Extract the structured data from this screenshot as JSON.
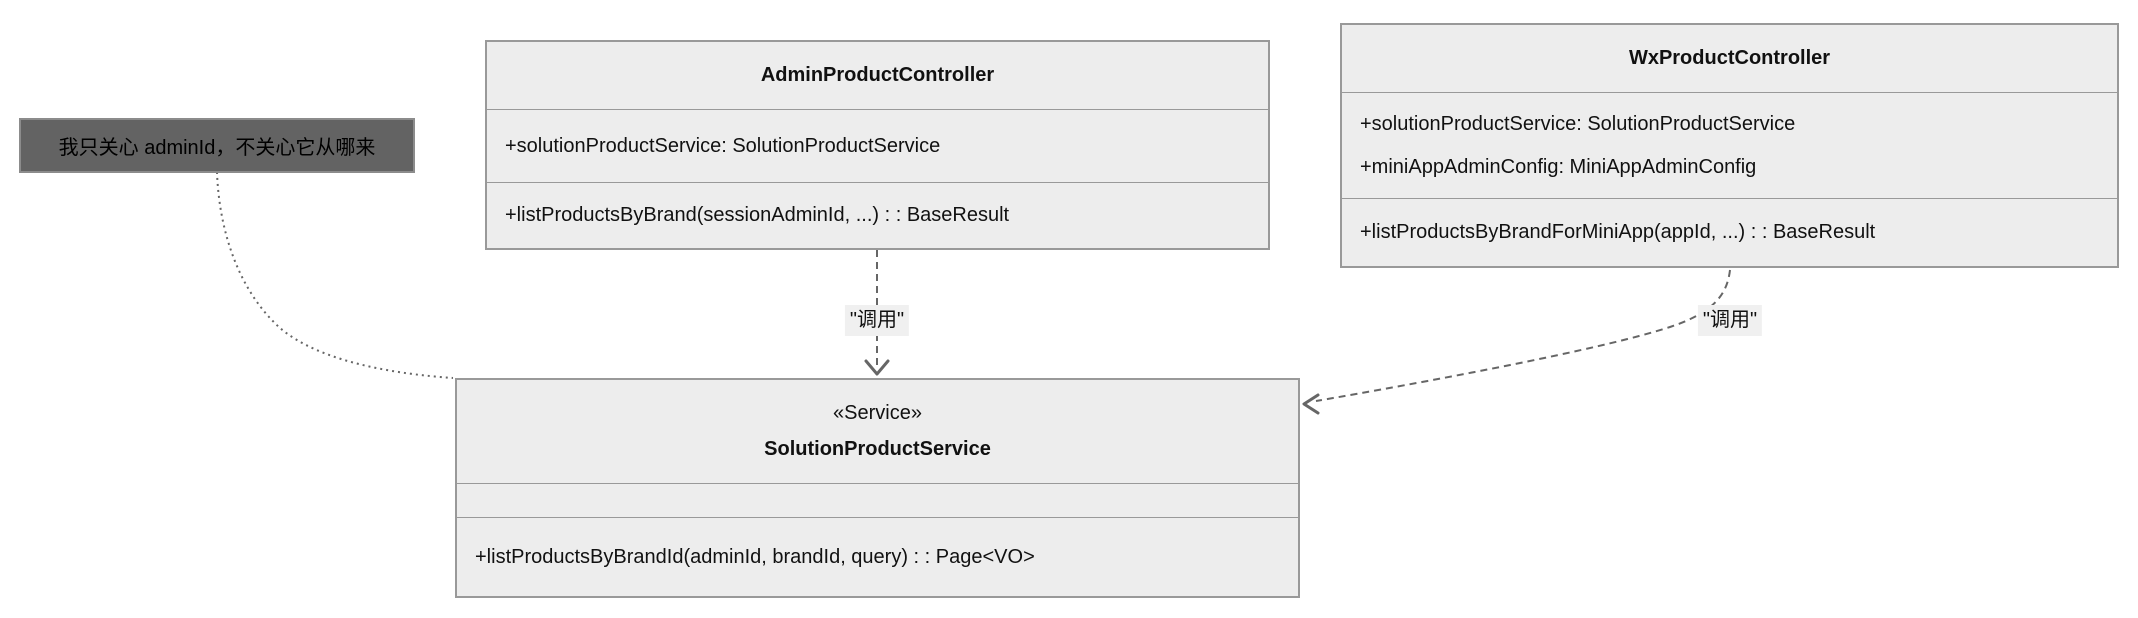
{
  "diagram": {
    "type": "uml-class-diagram",
    "note": {
      "text": "我只关心 adminId，不关心它从哪来"
    },
    "classes": [
      {
        "name": "AdminProductController",
        "stereotype": "",
        "attributes": [
          "+solutionProductService: SolutionProductService"
        ],
        "methods": [
          "+listProductsByBrand(sessionAdminId, ...) : : BaseResult"
        ]
      },
      {
        "name": "WxProductController",
        "stereotype": "",
        "attributes": [
          "+solutionProductService: SolutionProductService",
          "+miniAppAdminConfig: MiniAppAdminConfig"
        ],
        "methods": [
          "+listProductsByBrandForMiniApp(appId, ...) : : BaseResult"
        ]
      },
      {
        "name": "SolutionProductService",
        "stereotype": "«Service»",
        "attributes": [],
        "methods": [
          "+listProductsByBrandId(adminId, brandId, query) : : Page<VO>"
        ]
      }
    ],
    "edges": [
      {
        "from": "AdminProductController",
        "to": "SolutionProductService",
        "label": "\"调用\""
      },
      {
        "from": "WxProductController",
        "to": "SolutionProductService",
        "label": "\"调用\""
      }
    ]
  },
  "colors": {
    "canvas-bg": "#ffffff",
    "box-fill": "#ededed",
    "box-border": "#999999",
    "note-fill": "#636363",
    "note-border": "#8c8c8c",
    "line": "#666666",
    "label-bg": "#f0f0f0",
    "text": "#111111"
  }
}
